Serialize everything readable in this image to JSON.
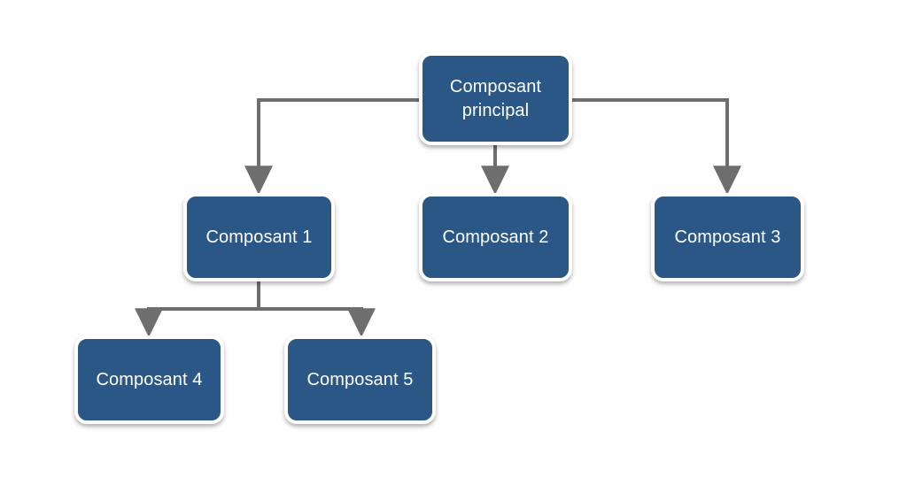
{
  "diagram": {
    "type": "hierarchy-tree",
    "background_color": "#fefefe",
    "node_fill_color": "#2a5786",
    "node_border_color": "#ffffff",
    "node_text_color": "#ffffff",
    "connector_color": "#6e6e6e",
    "nodes": [
      {
        "id": "root",
        "label": "Composant\nprincipal",
        "level": 0
      },
      {
        "id": "c1",
        "label": "Composant 1",
        "level": 1
      },
      {
        "id": "c2",
        "label": "Composant 2",
        "level": 1
      },
      {
        "id": "c3",
        "label": "Composant 3",
        "level": 1
      },
      {
        "id": "c4",
        "label": "Composant 4",
        "level": 2
      },
      {
        "id": "c5",
        "label": "Composant 5",
        "level": 2
      }
    ],
    "edges": [
      {
        "from": "root",
        "to": "c1",
        "arrow": "down"
      },
      {
        "from": "root",
        "to": "c2",
        "arrow": "down"
      },
      {
        "from": "root",
        "to": "c3",
        "arrow": "down"
      },
      {
        "from": "c1",
        "to": "c4",
        "arrow": "down"
      },
      {
        "from": "c1",
        "to": "c5",
        "arrow": "down"
      }
    ]
  }
}
